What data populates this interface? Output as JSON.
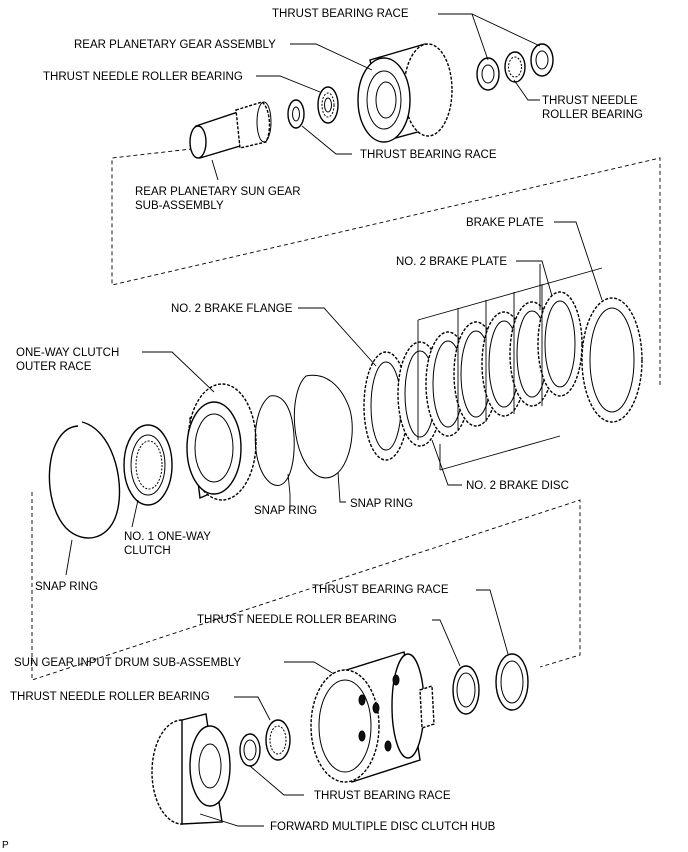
{
  "labels": {
    "thrust_bearing_race_top": "THRUST BEARING RACE",
    "rear_planetary_gear_assembly": "REAR PLANETARY GEAR ASSEMBLY",
    "thrust_needle_roller_bearing_top_left": "THRUST NEEDLE ROLLER BEARING",
    "thrust_needle_roller_bearing_top_right_1": "THRUST NEEDLE",
    "thrust_needle_roller_bearing_top_right_2": "ROLLER BEARING",
    "thrust_bearing_race_mid": "THRUST BEARING RACE",
    "rear_planetary_sun_gear_1": "REAR PLANETARY SUN GEAR",
    "rear_planetary_sun_gear_2": "SUB-ASSEMBLY",
    "brake_plate": "BRAKE PLATE",
    "no2_brake_plate": "NO. 2 BRAKE PLATE",
    "no2_brake_flange": "NO. 2 BRAKE FLANGE",
    "one_way_clutch_outer_race_1": "ONE-WAY CLUTCH",
    "one_way_clutch_outer_race_2": "OUTER RACE",
    "no2_brake_disc": "NO. 2 BRAKE DISC",
    "snap_ring_right": "SNAP RING",
    "snap_ring_center": "SNAP RING",
    "no1_one_way_clutch_1": "NO. 1 ONE-WAY",
    "no1_one_way_clutch_2": "CLUTCH",
    "snap_ring_left": "SNAP RING",
    "thrust_bearing_race_lower": "THRUST BEARING RACE",
    "thrust_needle_roller_bearing_lower": "THRUST NEEDLE ROLLER BEARING",
    "sun_gear_input_drum": "SUN GEAR INPUT DRUM SUB-ASSEMBLY",
    "thrust_needle_roller_bearing_bottom": "THRUST NEEDLE ROLLER BEARING",
    "thrust_bearing_race_bottom": "THRUST BEARING RACE",
    "forward_multiple_disc_clutch_hub": "FORWARD MULTIPLE DISC CLUTCH HUB"
  },
  "corner_mark": "P"
}
